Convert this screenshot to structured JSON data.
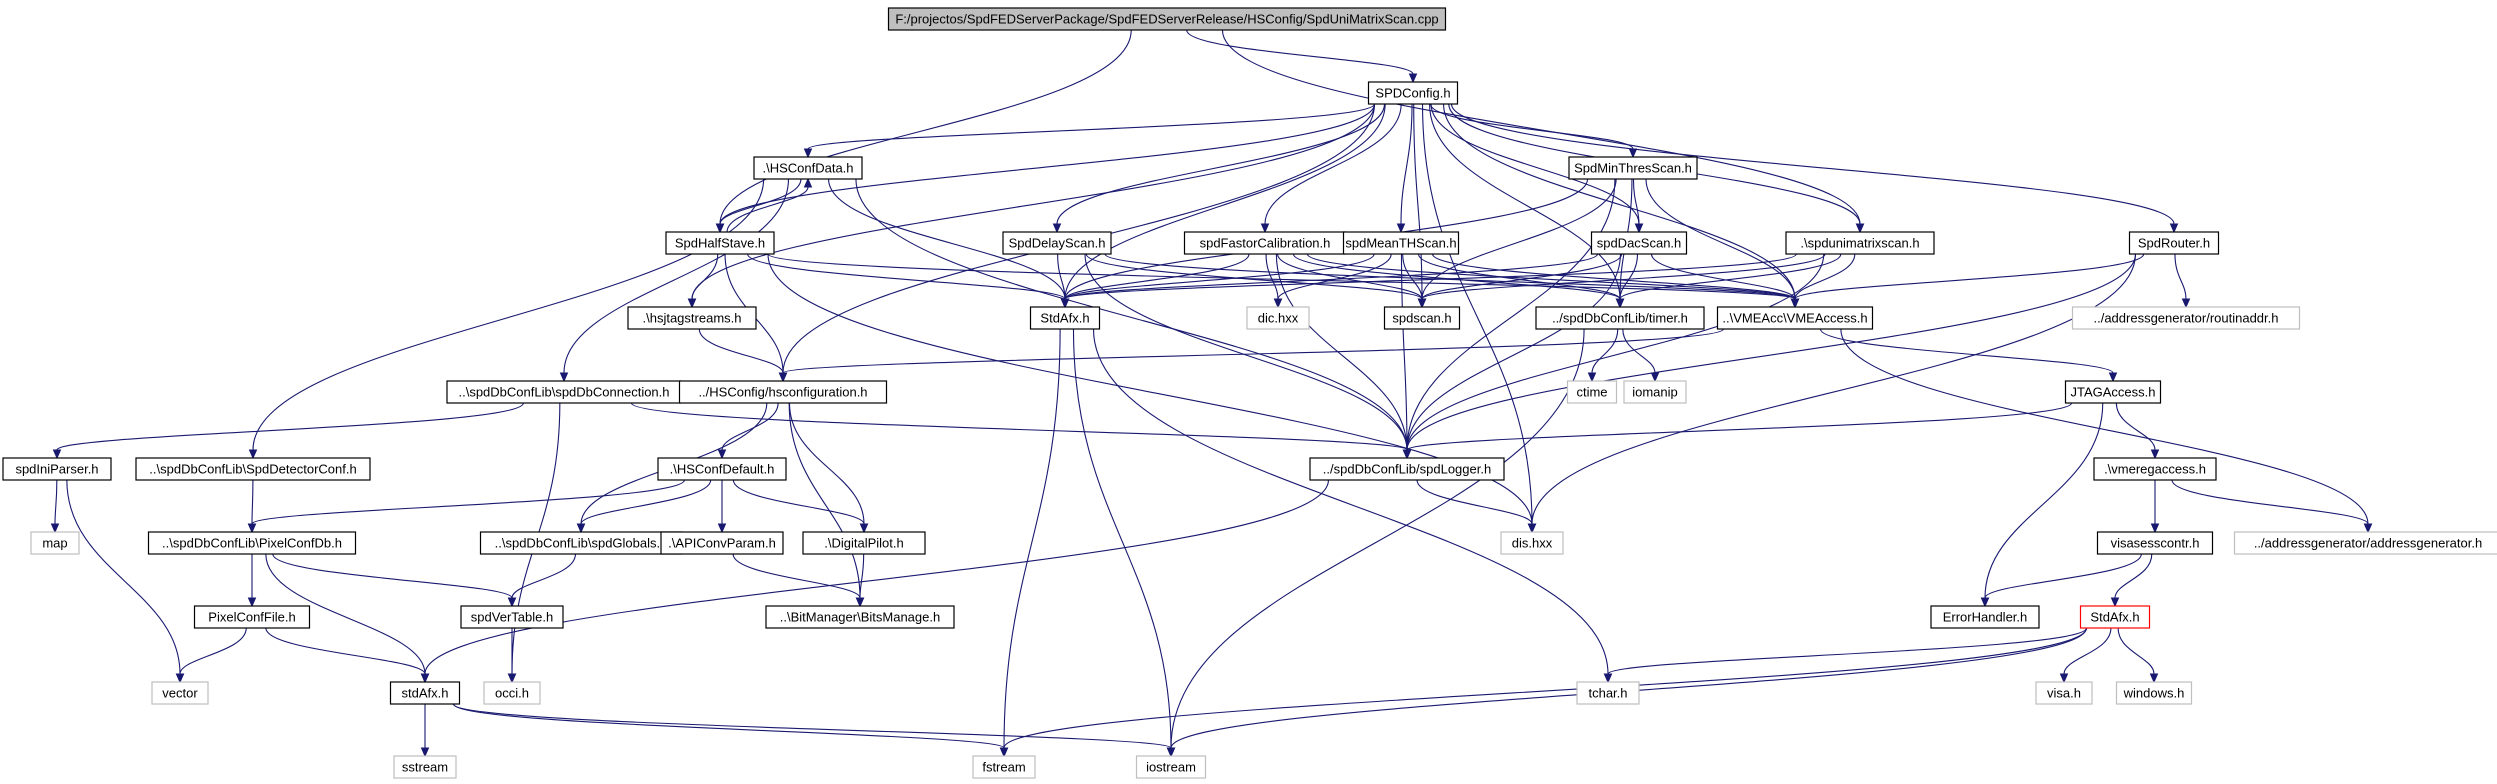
{
  "diagram": {
    "colors": {
      "edge": "#191970",
      "normal_border": "#000000",
      "external_border": "#bfbfbf",
      "missing_border": "#ff0000",
      "root_fill": "#bfbfbf",
      "text": "#000000"
    },
    "nodes": [
      {
        "id": "root",
        "label": "F:/projectos/SpdFEDServerPackage/SpdFEDServerRelease/HSConfig/SpdUniMatrixScan.cpp",
        "style": "root"
      },
      {
        "id": "spdconfig",
        "label": "SPDConfig.h",
        "style": "normal"
      },
      {
        "id": "hsconfdata",
        "label": ".\\HSConfData.h",
        "style": "normal"
      },
      {
        "id": "spdminthres",
        "label": "SpdMinThresScan.h",
        "style": "normal"
      },
      {
        "id": "spdhalfstave",
        "label": "SpdHalfStave.h",
        "style": "normal"
      },
      {
        "id": "spddelay",
        "label": "SpdDelayScan.h",
        "style": "normal"
      },
      {
        "id": "spdfastor",
        "label": "spdFastorCalibration.h",
        "style": "normal"
      },
      {
        "id": "spdmeanth",
        "label": "spdMeanTHScan.h",
        "style": "normal"
      },
      {
        "id": "spddac",
        "label": "spdDacScan.h",
        "style": "normal"
      },
      {
        "id": "spdunimatrix",
        "label": ".\\spdunimatrixscan.h",
        "style": "normal"
      },
      {
        "id": "spdrouter",
        "label": "SpdRouter.h",
        "style": "normal"
      },
      {
        "id": "hsjtag",
        "label": ".\\hsjtagstreams.h",
        "style": "normal"
      },
      {
        "id": "stdafx_cap",
        "label": "StdAfx.h",
        "style": "normal"
      },
      {
        "id": "dic",
        "label": "dic.hxx",
        "style": "external"
      },
      {
        "id": "spdscan",
        "label": "spdscan.h",
        "style": "normal"
      },
      {
        "id": "timer",
        "label": "../spdDbConfLib/timer.h",
        "style": "normal"
      },
      {
        "id": "vmeaccess",
        "label": "..\\VMEAcc\\VMEAccess.h",
        "style": "normal"
      },
      {
        "id": "routinaddr",
        "label": "../addressgenerator/routinaddr.h",
        "style": "external"
      },
      {
        "id": "spddbconn",
        "label": "..\\spdDbConfLib\\spdDbConnection.h",
        "style": "normal"
      },
      {
        "id": "hsconfiguration",
        "label": "../HSConfig/hsconfiguration.h",
        "style": "normal"
      },
      {
        "id": "ctime",
        "label": "ctime",
        "style": "external"
      },
      {
        "id": "iomanip",
        "label": "iomanip",
        "style": "external"
      },
      {
        "id": "jtagaccess",
        "label": "JTAGAccess.h",
        "style": "normal"
      },
      {
        "id": "spdiniparser",
        "label": "spdIniParser.h",
        "style": "normal"
      },
      {
        "id": "spddetconf",
        "label": "..\\spdDbConfLib\\SpdDetectorConf.h",
        "style": "normal"
      },
      {
        "id": "hsconfdefault",
        "label": ".\\HSConfDefault.h",
        "style": "normal"
      },
      {
        "id": "spdlogger",
        "label": "../spdDbConfLib/spdLogger.h",
        "style": "normal"
      },
      {
        "id": "vmeregaccess",
        "label": ".\\vmeregaccess.h",
        "style": "normal"
      },
      {
        "id": "map",
        "label": "map",
        "style": "external"
      },
      {
        "id": "pixelconfdb",
        "label": "..\\spdDbConfLib\\PixelConfDb.h",
        "style": "normal"
      },
      {
        "id": "spdglobals",
        "label": "..\\spdDbConfLib\\spdGlobals.h",
        "style": "normal"
      },
      {
        "id": "apiconvparam",
        "label": ".\\APIConvParam.h",
        "style": "normal"
      },
      {
        "id": "digitalpilot",
        "label": ".\\DigitalPilot.h",
        "style": "normal"
      },
      {
        "id": "dishxx",
        "label": "dis.hxx",
        "style": "external"
      },
      {
        "id": "visasess",
        "label": "visasesscontr.h",
        "style": "normal"
      },
      {
        "id": "addrgen",
        "label": "../addressgenerator/addressgenerator.h",
        "style": "external"
      },
      {
        "id": "pixelconffile",
        "label": "PixelConfFile.h",
        "style": "normal"
      },
      {
        "id": "spdvertable",
        "label": "spdVerTable.h",
        "style": "normal"
      },
      {
        "id": "bitsmanage",
        "label": "..\\BitManager\\BitsManage.h",
        "style": "normal"
      },
      {
        "id": "errorhandler",
        "label": "ErrorHandler.h",
        "style": "normal"
      },
      {
        "id": "stdafx_red",
        "label": "StdAfx.h",
        "style": "missing"
      },
      {
        "id": "vector",
        "label": "vector",
        "style": "external"
      },
      {
        "id": "stdafx_low",
        "label": "stdAfx.h",
        "style": "normal"
      },
      {
        "id": "occi",
        "label": "occi.h",
        "style": "external"
      },
      {
        "id": "tchar",
        "label": "tchar.h",
        "style": "external"
      },
      {
        "id": "visa",
        "label": "visa.h",
        "style": "external"
      },
      {
        "id": "windows",
        "label": "windows.h",
        "style": "external"
      },
      {
        "id": "sstream",
        "label": "sstream",
        "style": "external"
      },
      {
        "id": "fstream",
        "label": "fstream",
        "style": "external"
      },
      {
        "id": "iostream",
        "label": "iostream",
        "style": "external"
      }
    ],
    "edges": [
      [
        "root",
        "spdconfig"
      ],
      [
        "root",
        "spdhalfstave"
      ],
      [
        "root",
        "spdunimatrix"
      ],
      [
        "spdconfig",
        "hsconfdata"
      ],
      [
        "spdconfig",
        "spdminthres"
      ],
      [
        "spdconfig",
        "spdhalfstave"
      ],
      [
        "spdconfig",
        "spddelay"
      ],
      [
        "spdconfig",
        "spdfastor"
      ],
      [
        "spdconfig",
        "spdmeanth"
      ],
      [
        "spdconfig",
        "spddac"
      ],
      [
        "spdconfig",
        "spdunimatrix"
      ],
      [
        "spdconfig",
        "spdrouter"
      ],
      [
        "spdconfig",
        "hsjtag"
      ],
      [
        "spdconfig",
        "stdafx_cap"
      ],
      [
        "spdconfig",
        "spdscan"
      ],
      [
        "spdconfig",
        "timer"
      ],
      [
        "spdconfig",
        "vmeaccess"
      ],
      [
        "spdconfig",
        "hsconfiguration"
      ],
      [
        "spdconfig",
        "dishxx"
      ],
      [
        "hsconfdata",
        "spdhalfstave"
      ],
      [
        "hsconfdata",
        "stdafx_cap"
      ],
      [
        "hsconfdata",
        "spddbconn"
      ],
      [
        "hsconfdata",
        "spddetconf"
      ],
      [
        "hsconfdata",
        "spdlogger"
      ],
      [
        "spdhalfstave",
        "hsconfdata"
      ],
      [
        "spdhalfstave",
        "hsjtag"
      ],
      [
        "spdhalfstave",
        "stdafx_cap"
      ],
      [
        "spdhalfstave",
        "hsconfiguration"
      ],
      [
        "spdhalfstave",
        "vmeaccess"
      ],
      [
        "spdhalfstave",
        "dishxx"
      ],
      [
        "spdminthres",
        "spddac"
      ],
      [
        "spdminthres",
        "stdafx_cap"
      ],
      [
        "spdminthres",
        "spdscan"
      ],
      [
        "spdminthres",
        "timer"
      ],
      [
        "spdminthres",
        "vmeaccess"
      ],
      [
        "spdminthres",
        "spdlogger"
      ],
      [
        "spddelay",
        "stdafx_cap"
      ],
      [
        "spddelay",
        "spdscan"
      ],
      [
        "spddelay",
        "vmeaccess"
      ],
      [
        "spddelay",
        "spdlogger"
      ],
      [
        "spdfastor",
        "stdafx_cap"
      ],
      [
        "spdfastor",
        "dic"
      ],
      [
        "spdfastor",
        "spdscan"
      ],
      [
        "spdfastor",
        "timer"
      ],
      [
        "spdfastor",
        "vmeaccess"
      ],
      [
        "spdfastor",
        "spdlogger"
      ],
      [
        "spdmeanth",
        "stdafx_cap"
      ],
      [
        "spdmeanth",
        "dic"
      ],
      [
        "spdmeanth",
        "spdscan"
      ],
      [
        "spdmeanth",
        "timer"
      ],
      [
        "spdmeanth",
        "vmeaccess"
      ],
      [
        "spdmeanth",
        "spdlogger"
      ],
      [
        "spddac",
        "stdafx_cap"
      ],
      [
        "spddac",
        "spdscan"
      ],
      [
        "spddac",
        "timer"
      ],
      [
        "spddac",
        "vmeaccess"
      ],
      [
        "spddac",
        "spdlogger"
      ],
      [
        "spdunimatrix",
        "stdafx_cap"
      ],
      [
        "spdunimatrix",
        "spdscan"
      ],
      [
        "spdunimatrix",
        "timer"
      ],
      [
        "spdunimatrix",
        "vmeaccess"
      ],
      [
        "spdunimatrix",
        "spdlogger"
      ],
      [
        "spdrouter",
        "vmeaccess"
      ],
      [
        "spdrouter",
        "routinaddr"
      ],
      [
        "spdrouter",
        "spdlogger"
      ],
      [
        "spdrouter",
        "dishxx"
      ],
      [
        "hsjtag",
        "hsconfiguration"
      ],
      [
        "stdafx_cap",
        "fstream"
      ],
      [
        "stdafx_cap",
        "iostream"
      ],
      [
        "stdafx_cap",
        "tchar"
      ],
      [
        "timer",
        "ctime"
      ],
      [
        "timer",
        "iomanip"
      ],
      [
        "timer",
        "iostream"
      ],
      [
        "vmeaccess",
        "hsconfiguration"
      ],
      [
        "vmeaccess",
        "jtagaccess"
      ],
      [
        "vmeaccess",
        "addrgen"
      ],
      [
        "spddbconn",
        "spdiniparser"
      ],
      [
        "spddbconn",
        "spdlogger"
      ],
      [
        "spddbconn",
        "occi"
      ],
      [
        "hsconfiguration",
        "hsconfdefault"
      ],
      [
        "hsconfiguration",
        "spdglobals"
      ],
      [
        "hsconfiguration",
        "digitalpilot"
      ],
      [
        "hsconfiguration",
        "bitsmanage"
      ],
      [
        "jtagaccess",
        "spdlogger"
      ],
      [
        "jtagaccess",
        "vmeregaccess"
      ],
      [
        "jtagaccess",
        "errorhandler"
      ],
      [
        "spdiniparser",
        "map"
      ],
      [
        "spdiniparser",
        "vector"
      ],
      [
        "spddetconf",
        "pixelconfdb"
      ],
      [
        "hsconfdefault",
        "pixelconfdb"
      ],
      [
        "hsconfdefault",
        "spdglobals"
      ],
      [
        "hsconfdefault",
        "apiconvparam"
      ],
      [
        "hsconfdefault",
        "digitalpilot"
      ],
      [
        "spdlogger",
        "stdafx_low"
      ],
      [
        "spdlogger",
        "dishxx"
      ],
      [
        "vmeregaccess",
        "visasess"
      ],
      [
        "vmeregaccess",
        "addrgen"
      ],
      [
        "pixelconfdb",
        "pixelconffile"
      ],
      [
        "pixelconfdb",
        "spdvertable"
      ],
      [
        "pixelconfdb",
        "stdafx_low"
      ],
      [
        "spdglobals",
        "spdvertable"
      ],
      [
        "apiconvparam",
        "bitsmanage"
      ],
      [
        "digitalpilot",
        "bitsmanage"
      ],
      [
        "visasess",
        "errorhandler"
      ],
      [
        "visasess",
        "stdafx_red"
      ],
      [
        "pixelconffile",
        "vector"
      ],
      [
        "pixelconffile",
        "stdafx_low"
      ],
      [
        "spdvertable",
        "occi"
      ],
      [
        "stdafx_red",
        "tchar"
      ],
      [
        "stdafx_red",
        "visa"
      ],
      [
        "stdafx_red",
        "windows"
      ],
      [
        "stdafx_red",
        "fstream"
      ],
      [
        "stdafx_red",
        "iostream"
      ],
      [
        "stdafx_low",
        "sstream"
      ],
      [
        "stdafx_low",
        "fstream"
      ],
      [
        "stdafx_low",
        "iostream"
      ]
    ]
  }
}
